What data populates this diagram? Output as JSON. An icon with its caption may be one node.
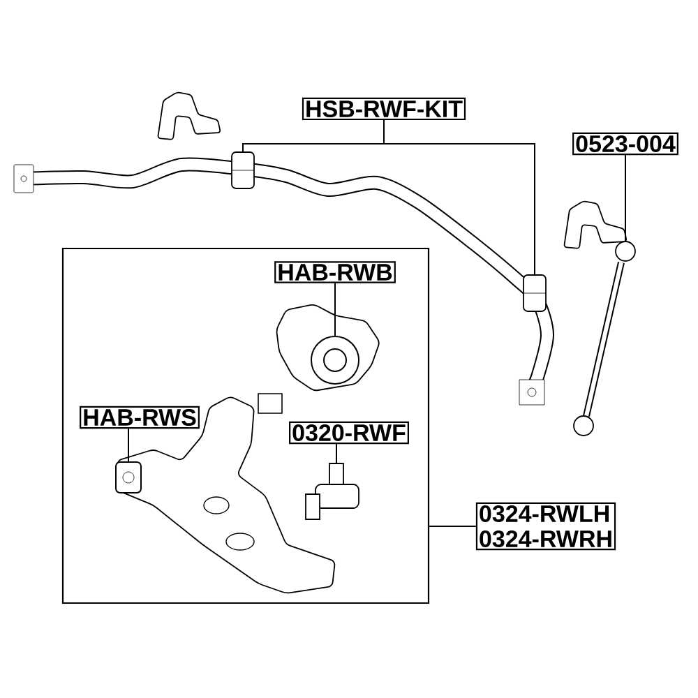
{
  "diagram": {
    "nodes": [
      {
        "text": [
          "HSB-RWF-KIT"
        ]
      },
      {
        "text": [
          "0523-004"
        ]
      },
      {
        "text": [],
        "shape": "picture"
      },
      {
        "text": [],
        "shape": "picture"
      },
      {
        "text": [],
        "shape": "picture"
      },
      {
        "text": [],
        "shape": "box"
      },
      {
        "text": [
          "HAB-RWB"
        ],
        "in": 5
      },
      {
        "text": [],
        "shape": "picture",
        "in": 5
      },
      {
        "text": [
          "HAB-RWS"
        ],
        "in": 5
      },
      {
        "text": [
          "0320-RWF"
        ],
        "in": 5
      },
      {
        "text": [],
        "shape": "picture",
        "in": 5
      },
      {
        "text": [],
        "shape": "picture",
        "in": 5
      },
      {
        "text": [
          "0324-RWLH",
          "0324-RWRH"
        ]
      }
    ],
    "edges": [
      {
        "from": 0,
        "to": 2,
        "arrow": "none"
      },
      {
        "from": 0,
        "to": 3,
        "arrow": "none"
      },
      {
        "from": 1,
        "to": 4,
        "arrow": "none"
      },
      {
        "from": 6,
        "to": 7,
        "arrow": "none"
      },
      {
        "from": 8,
        "to": 10,
        "arrow": "none"
      },
      {
        "from": 9,
        "to": 11,
        "arrow": "none"
      },
      {
        "from": 12,
        "to": 5,
        "arrow": "none"
      }
    ]
  }
}
